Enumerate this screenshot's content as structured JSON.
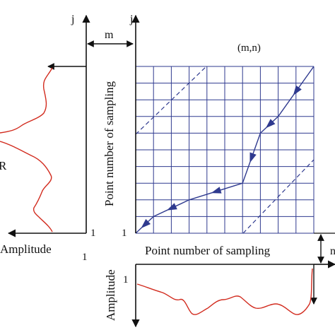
{
  "labels": {
    "j_left": "j",
    "j_grid": "j",
    "m": "m",
    "mn": "(m,n)",
    "r_fragment": "R",
    "one_left": "1",
    "one_below": "1",
    "one_grid": "1",
    "one_bottom": "1",
    "y_axis_title": "Point number of sampling",
    "x_axis_title": "Point number of sampling",
    "amplitude_left": "Amplitude",
    "amplitude_bottom": "Amplitude",
    "n_fragment": "n"
  },
  "grid": {
    "columns": 10,
    "rows": 10,
    "line_color": "#2f3a8f"
  },
  "warp_path_points": [
    [
      0,
      0
    ],
    [
      1,
      1
    ],
    [
      3,
      2
    ],
    [
      6,
      3
    ],
    [
      7,
      6
    ],
    [
      8,
      7
    ],
    [
      10,
      10
    ]
  ],
  "colors": {
    "signal": "#d22b1e",
    "axes": "#111111",
    "path": "#2f3a8f"
  }
}
